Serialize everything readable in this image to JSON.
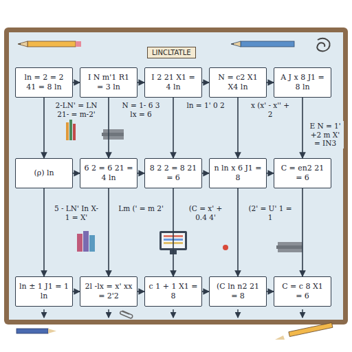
{
  "diagram": {
    "title": "LINCLTATLE",
    "nodes": [
      {
        "text": [
          "ln = 2 = 2 41 = 8 ln"
        ]
      },
      {
        "text": [
          "I N m'1 R1 = 3 ln"
        ]
      },
      {
        "text": [
          "I 2 21 X1 = 4 ln"
        ]
      },
      {
        "text": [
          "N = c2 X1 X4 ln"
        ]
      },
      {
        "text": [
          "A J x 8 J1 = 8 ln"
        ]
      },
      {
        "text": [
          "(ρ) ln"
        ]
      },
      {
        "text": [
          "6 2 = 6 21 = 4 ln"
        ]
      },
      {
        "text": [
          "8 2 2 = 8 21 = 6"
        ]
      },
      {
        "text": [
          "n ln x 6 J1 = 8"
        ]
      },
      {
        "text": [
          "C = en2 21 = 6"
        ]
      },
      {
        "text": [
          "ln ± 1 J1 = 1 ln"
        ]
      },
      {
        "text": [
          "2l -lx = x' xx = 2'2"
        ]
      },
      {
        "text": [
          "c 1 + 1 X1 = 8"
        ]
      },
      {
        "text": [
          "(C ln n2 21 = 8"
        ]
      },
      {
        "text": [
          "C = c 8 X1 = 6"
        ]
      }
    ],
    "edges": [
      {
        "from": 0,
        "to": 1,
        "arrow": "to"
      },
      {
        "from": 1,
        "to": 2,
        "arrow": "to"
      },
      {
        "from": 2,
        "to": 3,
        "arrow": "to"
      },
      {
        "from": 3,
        "to": 4,
        "arrow": "to"
      },
      {
        "from": 5,
        "to": 6,
        "arrow": "to"
      },
      {
        "from": 6,
        "to": 7,
        "arrow": "to"
      },
      {
        "from": 7,
        "to": 8,
        "arrow": "to"
      },
      {
        "from": 8,
        "to": 9,
        "arrow": "to"
      },
      {
        "from": 10,
        "to": 11,
        "arrow": "to"
      },
      {
        "from": 11,
        "to": 12,
        "arrow": "to"
      },
      {
        "from": 12,
        "to": 13,
        "arrow": "to"
      },
      {
        "from": 13,
        "to": 14,
        "arrow": "to"
      },
      {
        "from": 0,
        "to": 5,
        "arrow": "to"
      },
      {
        "from": 1,
        "to": 6,
        "arrow": "to"
      },
      {
        "from": 2,
        "to": 7,
        "arrow": "to"
      },
      {
        "from": 3,
        "to": 8,
        "arrow": "to"
      },
      {
        "from": 4,
        "to": 9,
        "arrow": "to"
      },
      {
        "from": 5,
        "to": 10,
        "arrow": "to"
      },
      {
        "from": 6,
        "to": 11,
        "arrow": "to"
      },
      {
        "from": 7,
        "to": 12,
        "arrow": "to"
      },
      {
        "from": 8,
        "to": 13,
        "arrow": "to"
      },
      {
        "from": 9,
        "to": 14,
        "arrow": "to"
      }
    ],
    "labels": [
      "2-LN' = LN 21- = m-2'",
      "N = 1- 6 3 lx = 6",
      "ln = 1' 0 2",
      "x (x' - x'' + 2",
      "E N = 1' +2 m X' = IN3",
      "5 - LN' In X-1 = X'",
      "Lm (' = m 2'",
      "(C = x' + 0.4 4'",
      "(2' = U' 1 = 1"
    ]
  }
}
